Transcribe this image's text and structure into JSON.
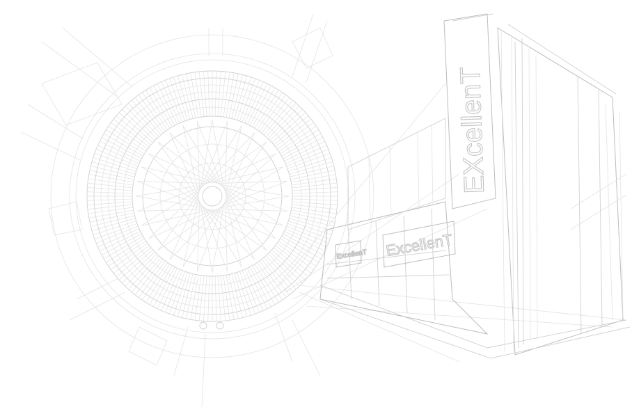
{
  "artwork": {
    "style": "line-sketch",
    "colors": {
      "background": "#ffffff",
      "line": "#d0d0d0",
      "line_soft": "#e3e3e3"
    },
    "signs": {
      "tower": "EXcellenT",
      "front": "ExcellenT",
      "small": "ExcellenT"
    }
  }
}
